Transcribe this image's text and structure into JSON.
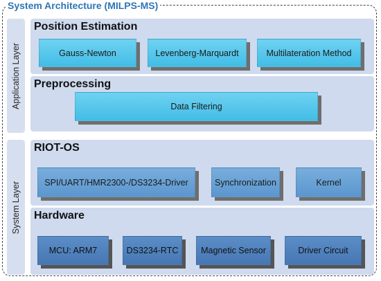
{
  "title": "System Architecture (MILPS-MS)",
  "layers": {
    "application": "Application Layer",
    "system": "System Layer"
  },
  "position_estimation": {
    "title": "Position Estimation",
    "items": [
      "Gauss-Newton",
      "Levenberg-Marquardt",
      "Multilateration Method"
    ]
  },
  "preprocessing": {
    "title": "Preprocessing",
    "items": [
      "Data Filtering"
    ]
  },
  "riot_os": {
    "title": "RIOT-OS",
    "items": [
      "SPI/UART/HMR2300-/DS3234-Driver",
      "Synchronization",
      "Kernel"
    ]
  },
  "hardware": {
    "title": "Hardware",
    "items": [
      "MCU: ARM7",
      "DS3234-RTC",
      "Magnetic Sensor",
      "Driver Circuit"
    ]
  },
  "colors": {
    "title": "#2e75b6",
    "panel": "#cfdaee",
    "box_light": "#42bde6",
    "box_mid": "#5b96cf",
    "box_dark": "#4777b3"
  }
}
